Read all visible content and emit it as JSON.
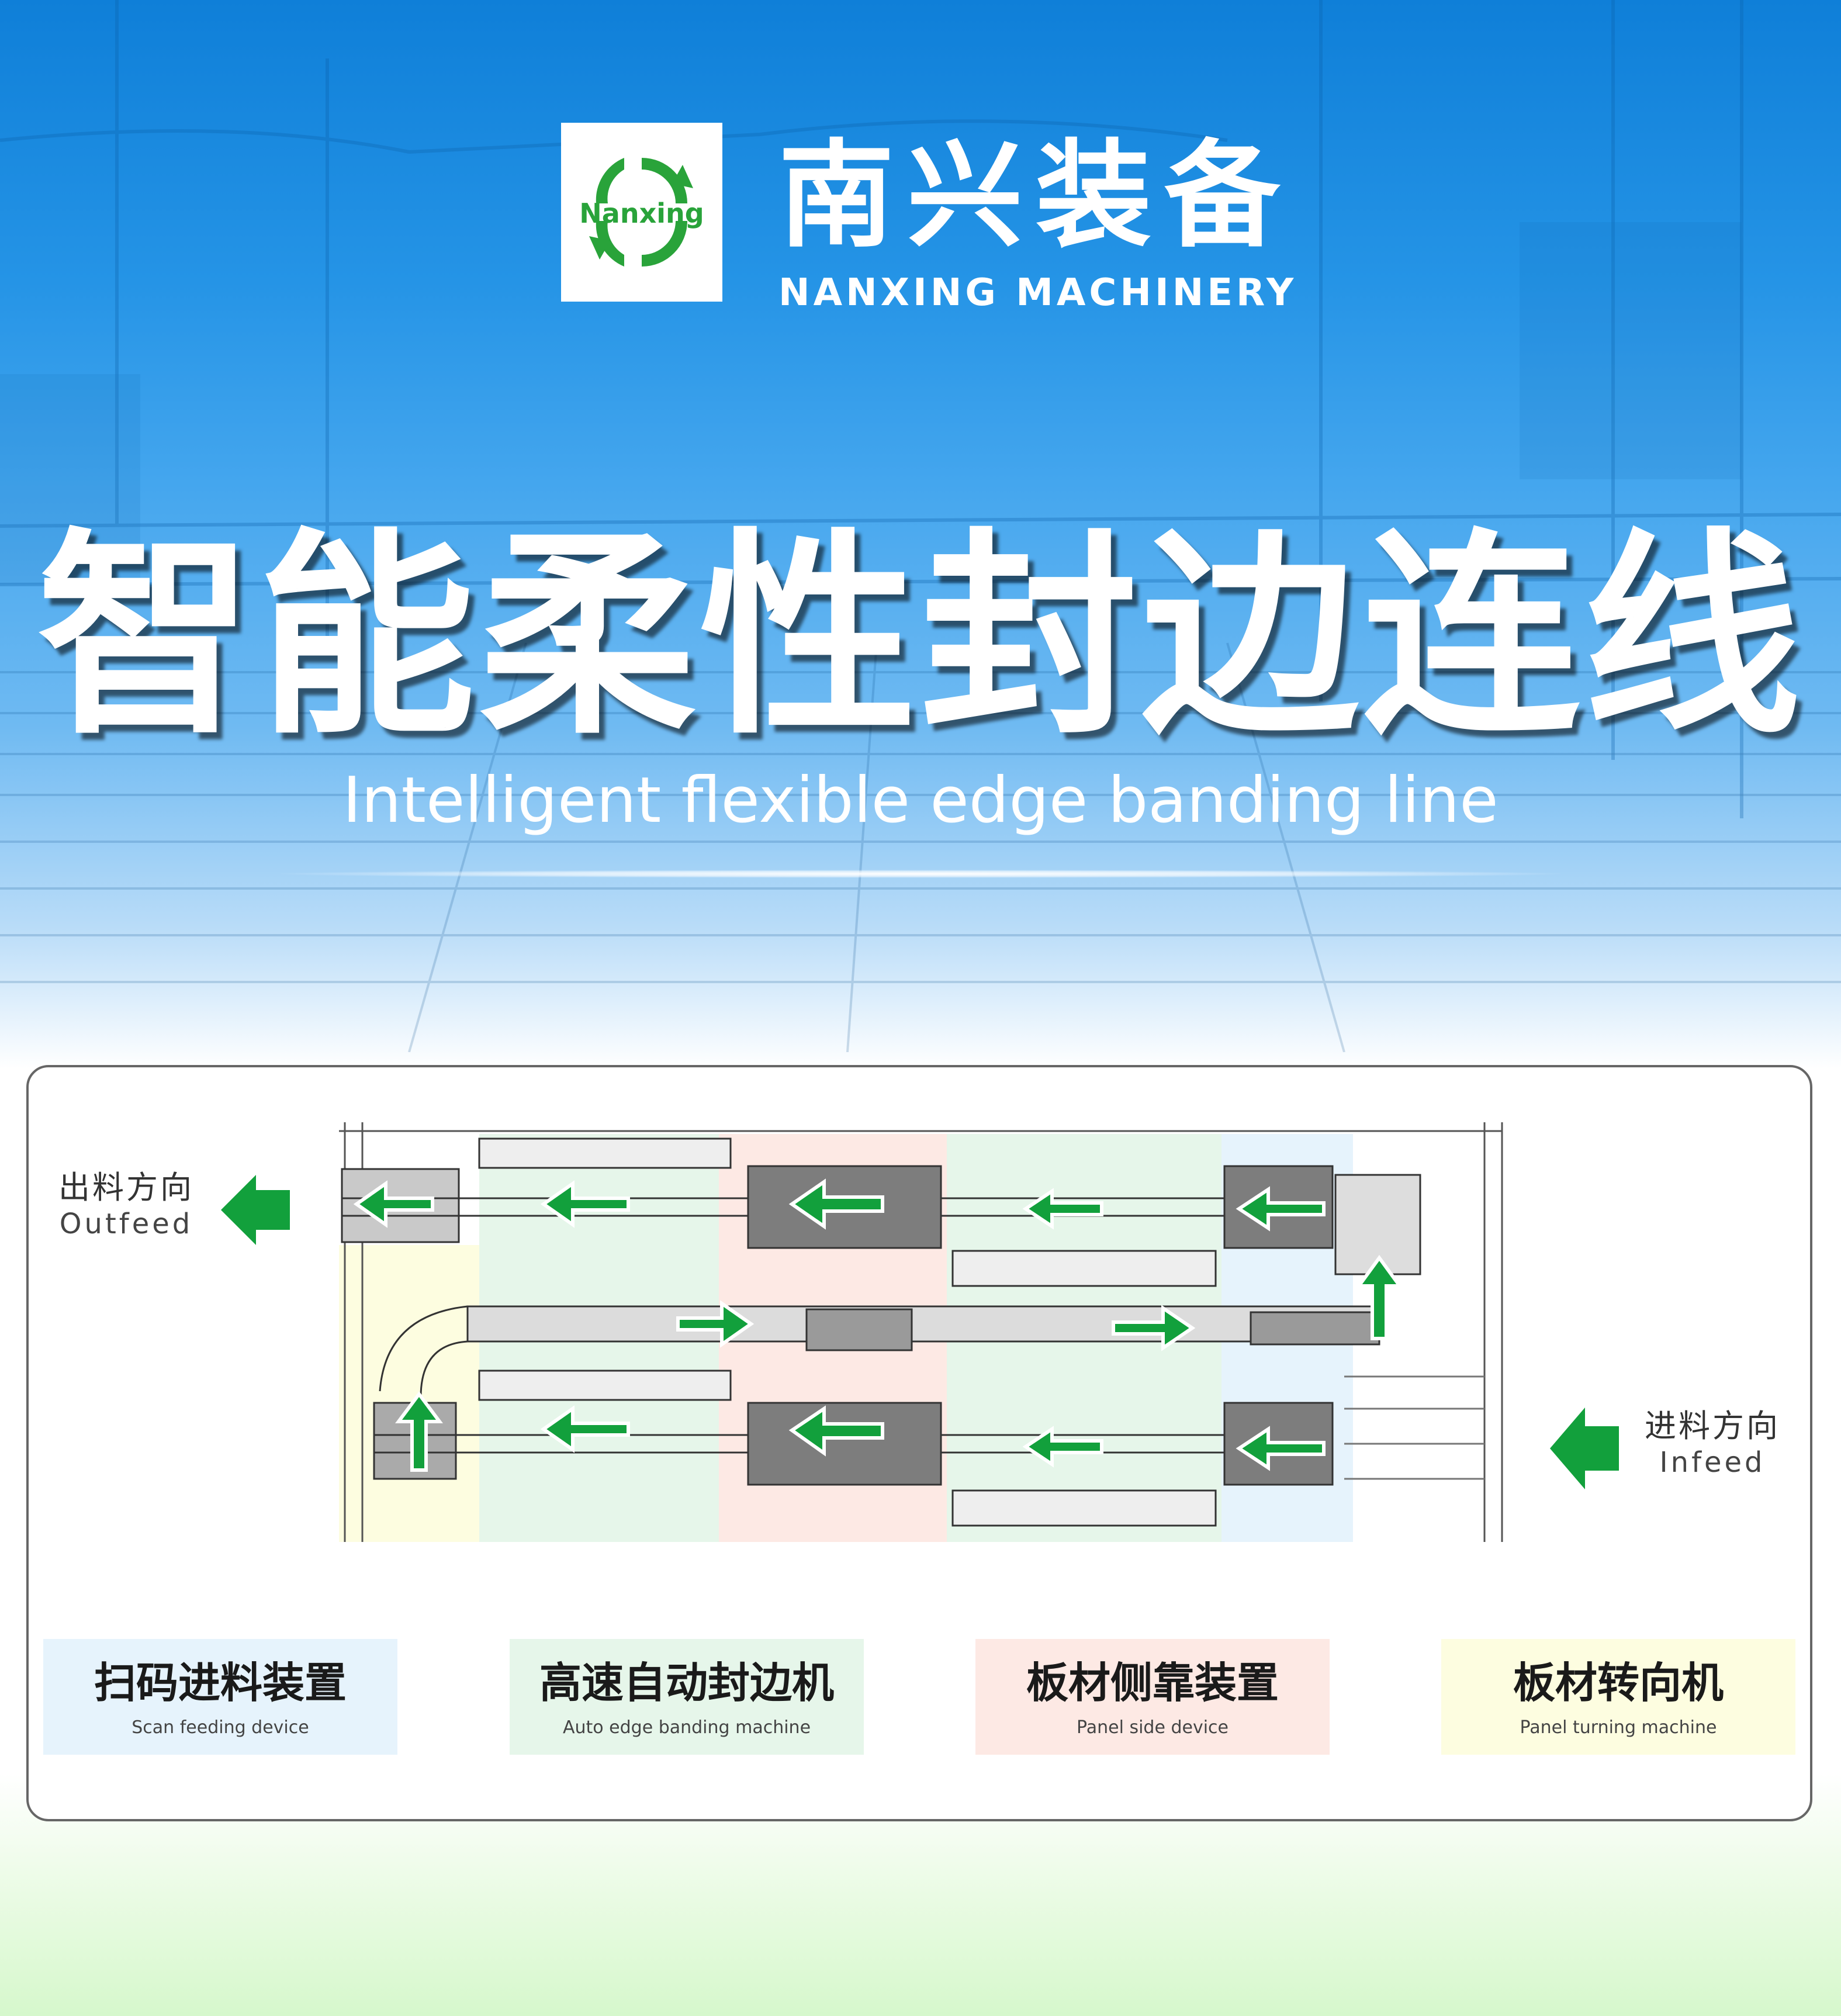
{
  "brand": {
    "logo_text": "Nanxing",
    "name_cn": "南兴装备",
    "name_en": "NANXING MACHINERY"
  },
  "title": {
    "cn": "智能柔性封边连线",
    "en": "Intelligent flexible edge banding line"
  },
  "directions": {
    "outfeed": {
      "cn": "出料方向",
      "en": "Outfeed"
    },
    "infeed": {
      "cn": "进料方向",
      "en": "Infeed"
    }
  },
  "legend": [
    {
      "cn": "扫码进料装置",
      "en": "Scan feeding device",
      "color": "#e6f3fc"
    },
    {
      "cn": "高速自动封边机",
      "en": "Auto edge banding machine",
      "color": "#e6f6ea"
    },
    {
      "cn": "板材侧靠装置",
      "en": "Panel side device",
      "color": "#fde9e4"
    },
    {
      "cn": "板材转向机",
      "en": "Panel turning machine",
      "color": "#fdfde0"
    }
  ],
  "colors": {
    "arrow_green": "#12a03c",
    "brand_green": "#29a33a",
    "zone_scan": "#e6f3fc",
    "zone_banding": "#e6f6ea",
    "zone_side": "#fde9e4",
    "zone_turning": "#fdfde0"
  }
}
